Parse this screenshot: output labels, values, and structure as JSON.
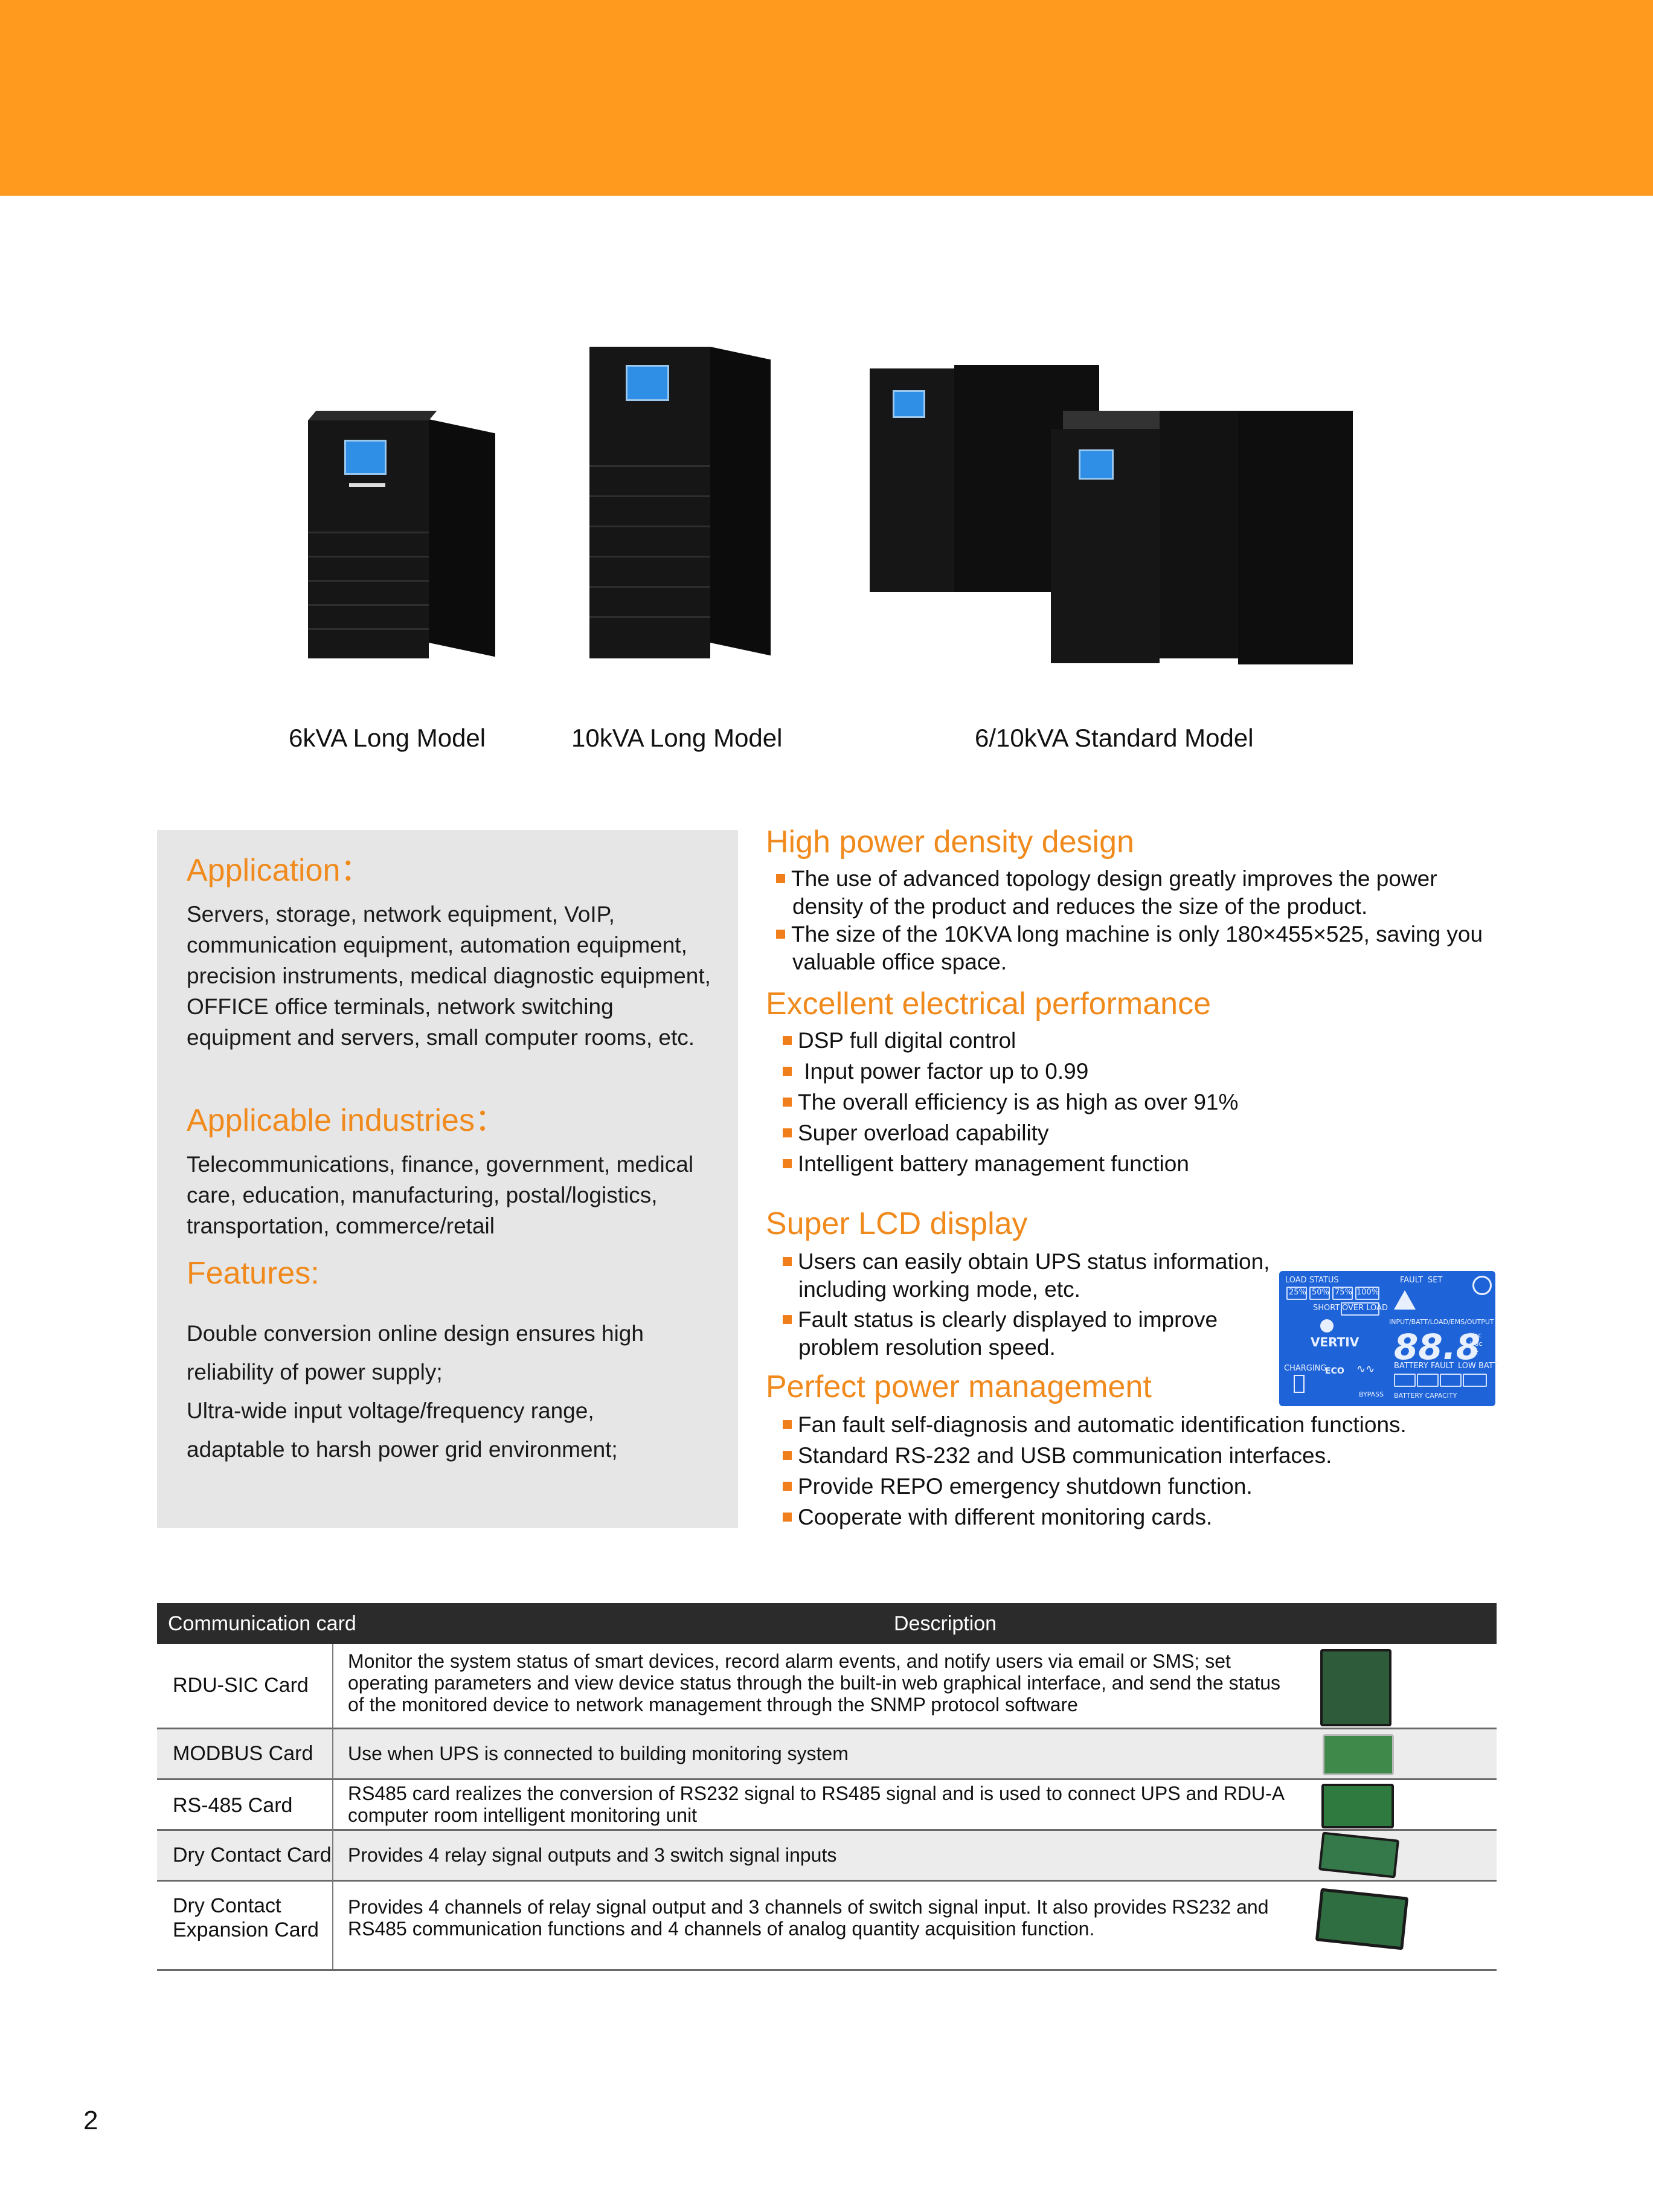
{
  "products": {
    "caption_6kva": "6kVA Long Model",
    "caption_10kva": "10kVA Long Model",
    "caption_standard": "6/10kVA Standard Model"
  },
  "left_panel": {
    "application_heading": "Application：",
    "application_text": "Servers, storage, network equipment, VoIP, communication equipment, automation equipment, precision instruments, medical diagnostic equipment, OFFICE office terminals, network switching equipment and servers, small computer rooms, etc.",
    "industries_heading": "Applicable industries：",
    "industries_text": "Telecommunications, finance, government, medical care, education, manufacturing, postal/logistics, transportation, commerce/retail",
    "features_heading": "Features:",
    "features_lines": [
      "Double conversion online design ensures high",
      "reliability of power supply;",
      "Ultra-wide input voltage/frequency range,",
      "adaptable to harsh power grid environment;"
    ]
  },
  "right_column": {
    "density_heading": "High power density design",
    "density_items": [
      "The use of advanced topology design greatly improves the power",
      "density of the product and reduces the size of the product.",
      "The size of the 10KVA long machine is only 180×455×525, saving you",
      "valuable office space."
    ],
    "electrical_heading": "Excellent electrical performance",
    "electrical_items": [
      "DSP full digital control",
      " Input power factor up to 0.99",
      "The overall efficiency is as high as over 91%",
      "Super overload capability",
      "Intelligent battery management function"
    ],
    "lcd_heading": "Super LCD display",
    "lcd_items": [
      "Users can easily obtain UPS status information,",
      "including working mode, etc.",
      "Fault status is clearly displayed to improve",
      "problem resolution speed."
    ],
    "power_heading": "Perfect power management",
    "power_items": [
      "Fan fault self-diagnosis and automatic identification functions.",
      "Standard RS-232 and USB communication interfaces.",
      "Provide REPO emergency shutdown function.",
      "Cooperate with different monitoring cards."
    ]
  },
  "lcd_screen": {
    "load_status": "LOAD STATUS",
    "fault": "FAULT",
    "set": "SET",
    "p25": "25%",
    "p50": "50%",
    "p75": "75%",
    "p100": "100%",
    "short": "SHORT",
    "overload": "OVER LOAD",
    "io_label": "INPUT/BATT/LOAD/EMS/OUTPUT",
    "brand": "VERTIV",
    "digits": "88.8",
    "units": "Vac Vdc Hz",
    "charging": "CHARGING",
    "eco": "ECO",
    "battery_fault": "BATTERY FAULT",
    "low_batt": "LOW BATT",
    "bypass": "BYPASS",
    "battery_capacity": "BATTERY CAPACITY",
    "colors": {
      "background": "#1e63d8",
      "segments": "#e8f0ff"
    }
  },
  "table": {
    "col_card": "Communication card",
    "col_desc": "Description",
    "rows": [
      {
        "name": "RDU-SIC Card",
        "desc": "Monitor the system status of smart devices, record alarm events, and notify users via email or SMS; set operating parameters and view device status through the built-in web graphical interface, and send the status of the monitored device to network management through the SNMP protocol software"
      },
      {
        "name": "MODBUS Card",
        "desc": "Use when UPS is connected to building monitoring system"
      },
      {
        "name": "RS-485 Card",
        "desc": "RS485 card realizes the conversion of RS232 signal to RS485 signal and is used to connect UPS and RDU-A computer room intelligent monitoring unit"
      },
      {
        "name": "Dry Contact Card",
        "desc": "Provides 4 relay signal outputs and 3 switch signal inputs"
      },
      {
        "name": "Dry Contact Expansion Card",
        "desc": "Provides 4 channels of relay signal output and 3 channels of switch signal input. It also provides RS232 and RS485 communication functions and 4 channels of analog quantity acquisition function."
      }
    ]
  },
  "page_number": "2",
  "colors": {
    "banner": "#ff9a1f",
    "heading": "#f08a1c",
    "bullet": "#f07e1a",
    "panel": "#e6e6e6",
    "table_header": "#2b2b2b"
  }
}
